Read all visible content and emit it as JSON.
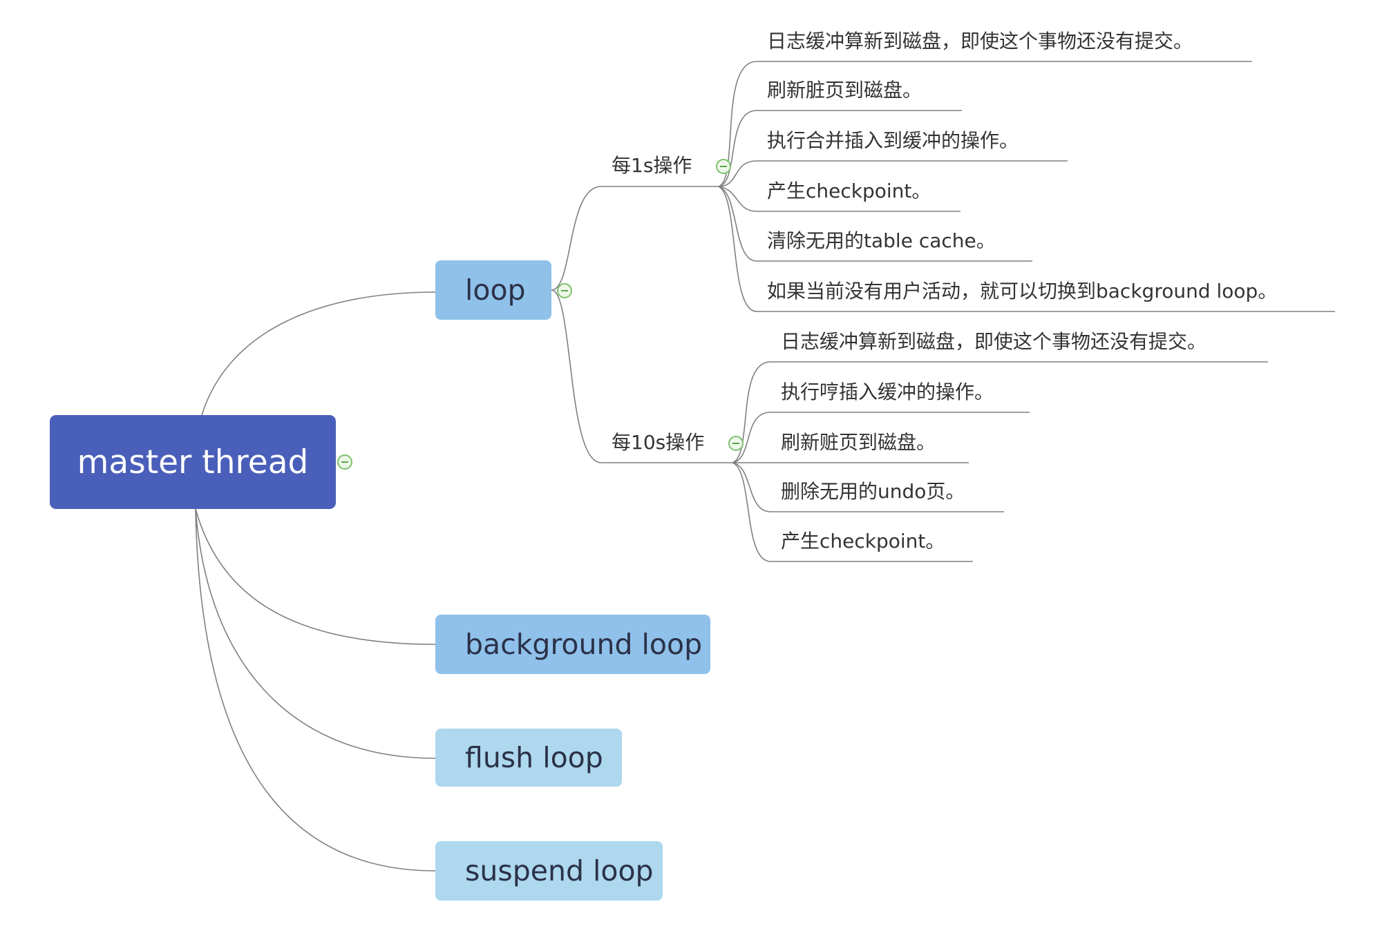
{
  "root": {
    "label": "master thread"
  },
  "main_nodes": {
    "loop": "loop",
    "background_loop": "background loop",
    "flush_loop": "flush loop",
    "suspend_loop": "suspend loop"
  },
  "loop_branches": {
    "every_1s": {
      "label": "每1s操作",
      "items": [
        "日志缓冲算新到磁盘，即使这个事物还没有提交。",
        "刷新脏页到磁盘。",
        "执行合并插入到缓冲的操作。",
        "产生checkpoint。",
        "清除无用的table cache。",
        "如果当前没有用户活动，就可以切换到background loop。"
      ]
    },
    "every_10s": {
      "label": "每10s操作",
      "items": [
        "日志缓冲算新到磁盘，即使这个事物还没有提交。",
        "执行哼插入缓冲的操作。",
        "刷新赃页到磁盘。",
        "删除无用的undo页。",
        "产生checkpoint。"
      ]
    }
  },
  "colors": {
    "root_fill": "#4a5fb9",
    "primary_fill": "#8fc1ea",
    "secondary_fill": "#add8ee",
    "connector": "#7f7f7f",
    "collapse_icon": "#7cc06a"
  }
}
